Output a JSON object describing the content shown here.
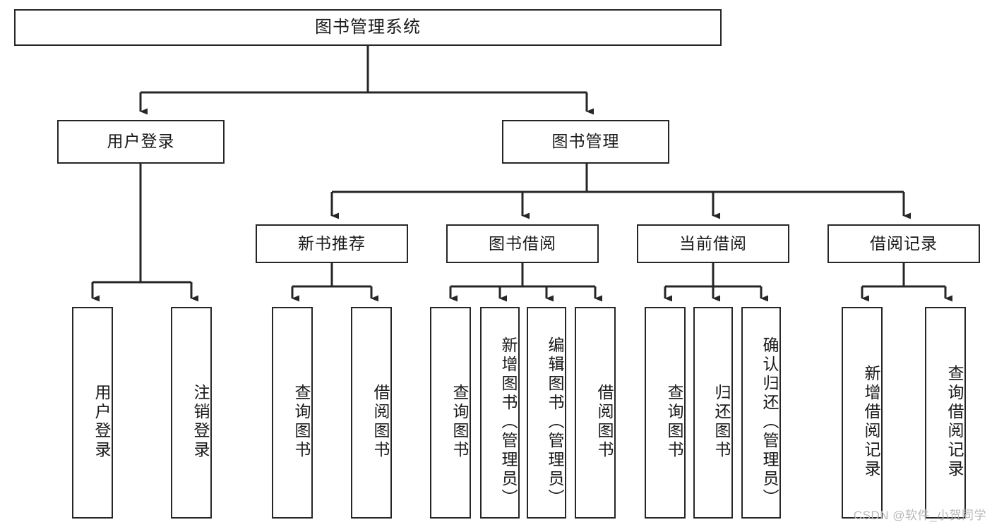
{
  "diagram": {
    "type": "tree",
    "title": "图书管理系统",
    "root": {
      "label": "图书管理系统"
    },
    "level2": [
      {
        "label": "用户登录"
      },
      {
        "label": "图书管理"
      }
    ],
    "level3": [
      {
        "label": "新书推荐"
      },
      {
        "label": "图书借阅"
      },
      {
        "label": "当前借阅"
      },
      {
        "label": "借阅记录"
      }
    ],
    "leaves_user_login": [
      {
        "label": "用户登录"
      },
      {
        "label": "注销登录"
      }
    ],
    "leaves_new_book": [
      {
        "label": "查询图书"
      },
      {
        "label": "借阅图书"
      }
    ],
    "leaves_book_borrow": [
      {
        "label": "查询图书"
      },
      {
        "label": "新增图书（管理员）"
      },
      {
        "label": "编辑图书（管理员）"
      },
      {
        "label": "借阅图书"
      }
    ],
    "leaves_current_borrow": [
      {
        "label": "查询图书"
      },
      {
        "label": "归还图书"
      },
      {
        "label": "确认归还（管理员）"
      }
    ],
    "leaves_borrow_record": [
      {
        "label": "新增借阅记录"
      },
      {
        "label": "查询借阅记录"
      }
    ]
  },
  "watermark": {
    "text": "CSDN @软件_小贺同学"
  },
  "colors": {
    "stroke": "#262626",
    "background": "#ffffff",
    "text": "#1a1a1a",
    "watermark": "#b9b9b9"
  }
}
